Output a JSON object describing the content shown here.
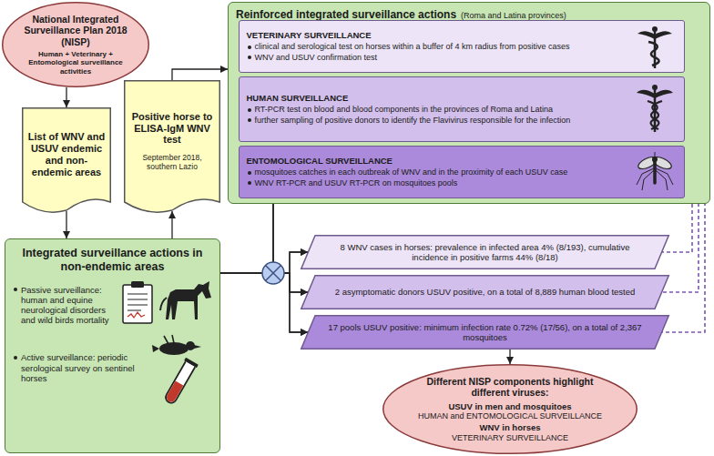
{
  "diagram": {
    "nodes": [
      {
        "text": [
          "National Integrated Surveillance Plan 2018 (NISP)",
          "Human + Veterinary + Entomological surveillance activities"
        ]
      },
      {
        "text": [
          "List of WNV and USUV endemic and non-endemic areas"
        ]
      },
      {
        "text": [
          "Positive horse to ELISA-IgM WNV test",
          "September 2018, southern Lazio"
        ]
      },
      {
        "text": [
          "Reinforced integrated surveillance actions",
          "(Roma and Latina provinces)"
        ]
      },
      {
        "text": [
          "VETERINARY SURVEILLANCE",
          "clinical and serological test on horses within a buffer of 4 km radius from positive cases",
          "WNV and USUV confirmation test"
        ],
        "in": 3
      },
      {
        "text": [
          "HUMAN SURVEILLANCE",
          "RT-PCR test on blood and blood components in the provinces of Roma and Latina",
          "further sampling of positive donors to identify the Flavivirus responsible for the infection"
        ],
        "in": 3
      },
      {
        "text": [
          "ENTOMOLOGICAL SURVEILLANCE",
          "mosquitoes catches in each outbreak of WNV and in the proximity of each USUV case",
          "WNV RT-PCR and USUV RT-PCR on mosquitoes pools"
        ],
        "in": 3
      },
      {
        "text": [
          "Integrated surveillance actions in non-endemic areas",
          "Passive surveillance: human and equine neurological disorders and wild birds mortality",
          "Active surveillance: periodic serological survey on sentinel horses"
        ]
      },
      {
        "text": [
          "8 WNV cases in horses: prevalence in infected area 4% (8/193), cumulative incidence in positive farms 44% (8/18)"
        ]
      },
      {
        "text": [
          "2 asymptomatic donors USUV positive, on a total of 8,889 human blood tested"
        ]
      },
      {
        "text": [
          "17 pools USUV positive: minimum infection rate 0.72% (17/56), on a total of 2,367 mosquitoes"
        ]
      },
      {
        "text": [
          "Different NISP components highlight different viruses:",
          "USUV in men and mosquitoes",
          "HUMAN and ENTOMOLOGICAL SURVEILLANCE",
          "WNV in horses",
          "VETERINARY SURVEILLANCE"
        ]
      }
    ],
    "edges": [
      {
        "from": 0,
        "to": 1,
        "arrow": "to"
      },
      {
        "from": 1,
        "to": 7,
        "arrow": "to"
      },
      {
        "from": 7,
        "to": 2,
        "arrow": "to"
      },
      {
        "from": 2,
        "to": 3,
        "arrow": "to"
      },
      {
        "from": 3,
        "to": 8,
        "arrow": "to"
      },
      {
        "from": 3,
        "to": 9,
        "arrow": "to"
      },
      {
        "from": 3,
        "to": 10,
        "arrow": "to"
      },
      {
        "from": 7,
        "to": 8,
        "arrow": "to"
      },
      {
        "from": 7,
        "to": 9,
        "arrow": "to"
      },
      {
        "from": 7,
        "to": 10,
        "arrow": "to"
      },
      {
        "from": 4,
        "to": 8,
        "arrow": "none"
      },
      {
        "from": 5,
        "to": 9,
        "arrow": "none"
      },
      {
        "from": 6,
        "to": 10,
        "arrow": "none"
      },
      {
        "from": 10,
        "to": 11,
        "arrow": "to"
      }
    ]
  }
}
